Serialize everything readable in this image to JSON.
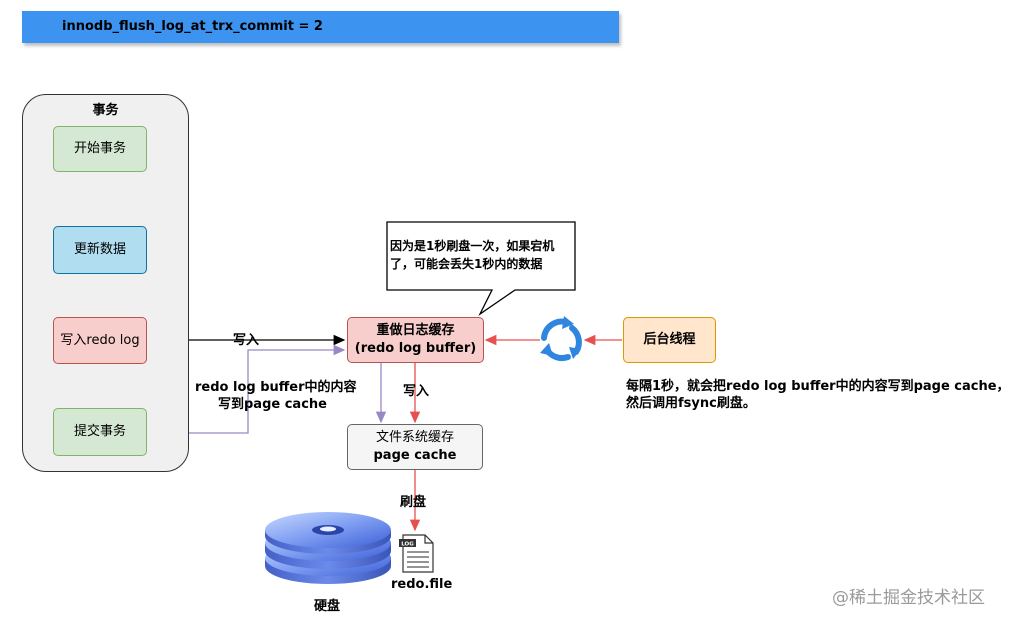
{
  "banner": {
    "text": "innodb_flush_log_at_trx_commit = 2"
  },
  "transaction": {
    "title": "事务",
    "steps": [
      "开始事务",
      "更新数据",
      "写入redo log",
      "提交事务"
    ]
  },
  "redo_buffer": {
    "line1": "重做日志缓存",
    "line2": "(redo log buffer)"
  },
  "page_cache": {
    "line1": "文件系统缓存",
    "line2": "page cache"
  },
  "background_thread": {
    "label": "后台线程"
  },
  "callout": {
    "text": "因为是1秒刷盘一次，如果宕机了，可能会丢失1秒内的数据"
  },
  "labels": {
    "write_in_1": "写入",
    "write_in_2": "写入",
    "commit_note_1": "redo log buffer中的内容",
    "commit_note_2": "写到page cache",
    "flush": "刷盘",
    "thread_note_1": "每隔1秒，就会把redo log buffer中的内容写到page cache，",
    "thread_note_2": "然后调用fsync刷盘。",
    "disk": "硬盘",
    "file": "redo.file",
    "file_tag": "LOG"
  },
  "watermark": "@稀土掘金技术社区",
  "colors": {
    "red_arrow": "#e85050",
    "purple_arrow": "#9a88c4",
    "blue_icon": "#2e86de"
  }
}
